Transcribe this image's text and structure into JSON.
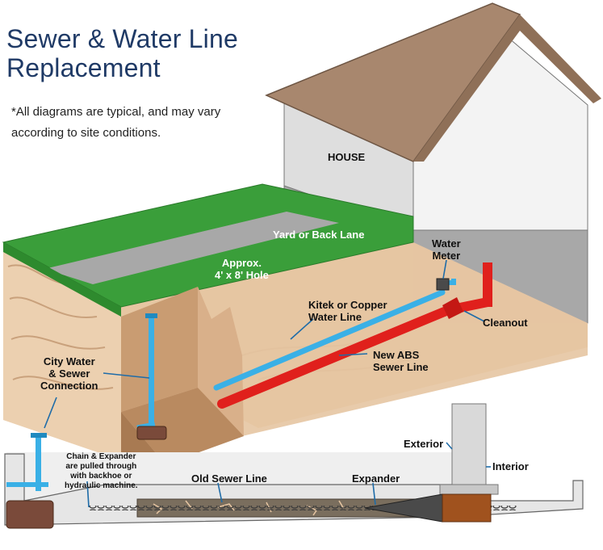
{
  "title": {
    "line1": "Sewer & Water Line",
    "line2": "Replacement"
  },
  "note": "*All diagrams are typical, and may vary according to site conditions.",
  "labels": {
    "house": "HOUSE",
    "yard": "Yard or Back Lane",
    "hole": [
      "Approx.",
      "4' x 8' Hole"
    ],
    "water_meter": [
      "Water",
      "Meter"
    ],
    "water_line": [
      "Kitek or Copper",
      "Water Line"
    ],
    "cleanout": "Cleanout",
    "sewer_line": [
      "New ABS",
      "Sewer Line"
    ],
    "city_connection": [
      "City Water",
      "& Sewer",
      "Connection"
    ],
    "chain_note": [
      "Chain & Expander",
      "are pulled through",
      "with backhoe or",
      "hydraulic machine."
    ],
    "old_sewer": "Old Sewer Line",
    "expander": "Expander",
    "exterior": "Exterior",
    "interior": "Interior"
  },
  "colors": {
    "title": "#1f3a66",
    "grass": "#3a9e3a",
    "soil": "#e8c9a8",
    "roof": "#a8876e",
    "foundation": "#a8a8a8",
    "water_pipe": "#3ab0e6",
    "sewer_pipe": "#e0201c",
    "old_pipe": "#7a6e5e",
    "callout_line": "#1f6ca8"
  }
}
